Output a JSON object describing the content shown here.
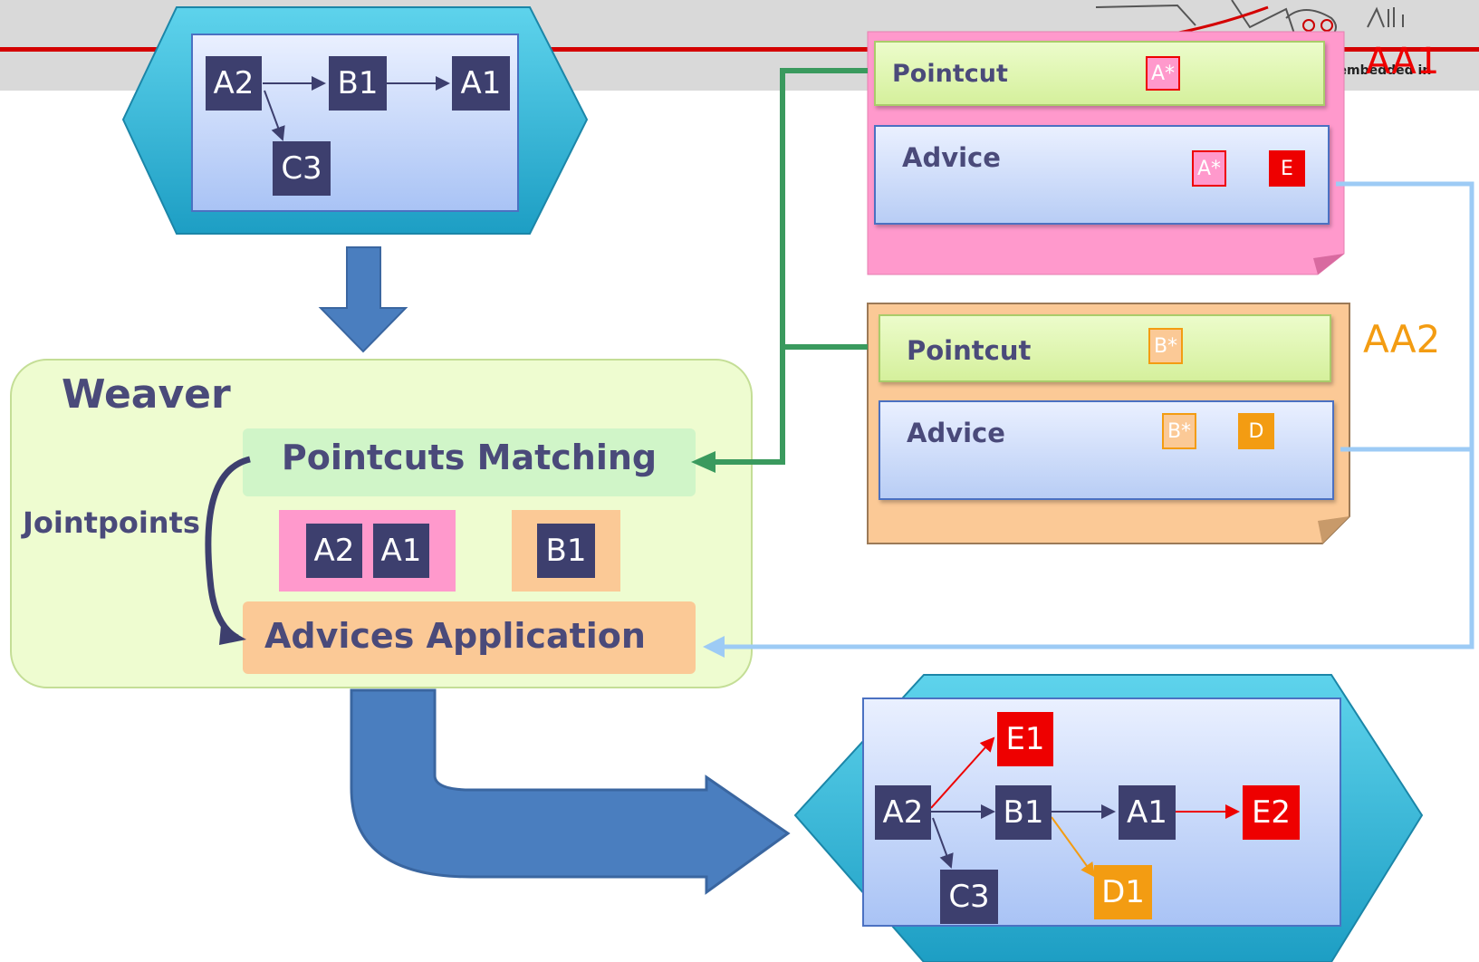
{
  "header": {
    "aa1_label": "AA1",
    "logo_caption": "r are embedded in"
  },
  "source_graph": {
    "nodes": [
      "A2",
      "B1",
      "A1",
      "C3"
    ]
  },
  "weaver": {
    "title": "Weaver",
    "pointcuts_matching": "Pointcuts Matching",
    "jointpoints": "Jointpoints",
    "advices_application": "Advices Application",
    "pink_group": [
      "A2",
      "A1"
    ],
    "orange_group": [
      "B1"
    ]
  },
  "aa1": {
    "pointcut_label": "Pointcut",
    "pointcut_pattern": "A*",
    "advice_label": "Advice",
    "advice_from": "A*",
    "advice_to": "E"
  },
  "aa2": {
    "title": "AA2",
    "pointcut_label": "Pointcut",
    "pointcut_pattern": "B*",
    "advice_label": "Advice",
    "advice_from": "B*",
    "advice_to": "D"
  },
  "result_graph": {
    "nodes": [
      "E1",
      "A2",
      "B1",
      "A1",
      "E2",
      "C3",
      "D1"
    ]
  },
  "colors": {
    "red": "#ee0000",
    "orange": "#f39c12",
    "dark": "#3d3f6e",
    "green": "#3a9a5e",
    "lightblue": "#9dcbf5"
  }
}
